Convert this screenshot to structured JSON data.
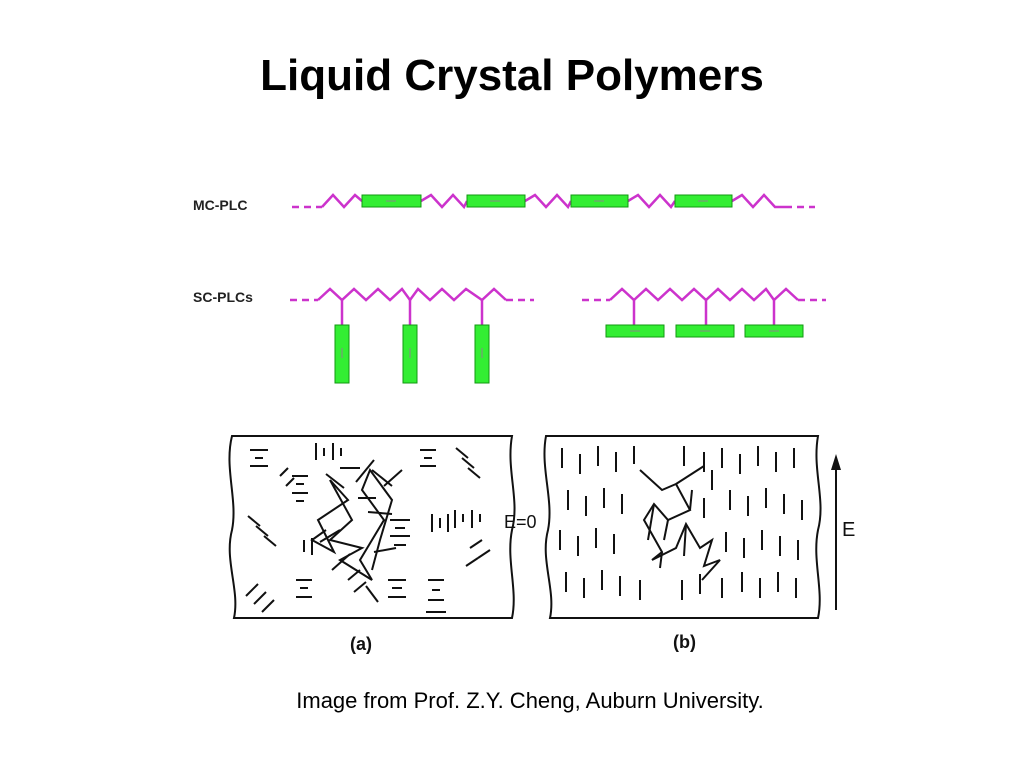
{
  "slide": {
    "title": "Liquid Crystal Polymers",
    "caption": "Image from Prof. Z.Y. Cheng, Auburn University."
  },
  "diagram": {
    "mc_label": "MC-PLC",
    "sc_label": "SC-PLCs",
    "panel_a_label": "(a)",
    "panel_b_label": "(b)",
    "field_zero_label": "E=0",
    "field_label": "E"
  },
  "colors": {
    "chain": "#cc33cc",
    "mesogen": "#33ee33",
    "mesogen_border": "#119911",
    "ink": "#111111"
  }
}
